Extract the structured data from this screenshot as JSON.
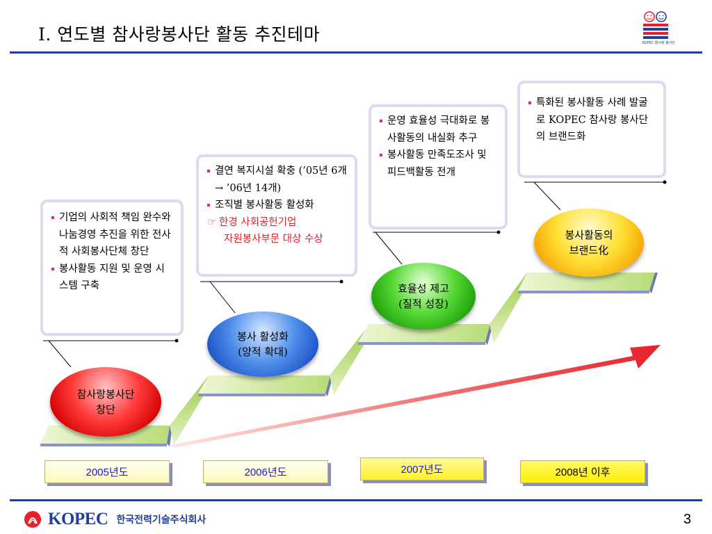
{
  "slide": {
    "title": "Ⅰ. 연도별 참사랑봉사단 활동 추진테마",
    "page_number": "3",
    "logo_tr_text": "KOPEC 참사랑 봉사단"
  },
  "footer": {
    "company_en": "KOPEC",
    "company_kr": "한국전력기술주식회사"
  },
  "stages": [
    {
      "year": "2005년도",
      "ball": [
        "참사랑봉사단",
        "창단"
      ],
      "callout": [
        "기업의 사회적 책임 완수와 나눔경영 추진을 위한 전사적 사회봉사단체 창단",
        "봉사활동 지원 및 운영 시스템 구축"
      ]
    },
    {
      "year": "2006년도",
      "ball": [
        "봉사 활성화",
        "(양적 확대)"
      ],
      "callout": [
        "결연 복지시설 확충 (’05년 6개 → ’06년 14개)",
        "조직별 봉사활동 활성화"
      ],
      "award_line1": "한경 사회공헌기업",
      "award_line2": "자원봉사부문 대상 수상",
      "award_icon": "☞"
    },
    {
      "year": "2007년도",
      "ball": [
        "효율성 제고",
        "(질적 성장)"
      ],
      "callout": [
        "운영 효율성 극대화로 봉사활동의 내실화 추구",
        "봉사활동 만족도조사 및 피드백활동 전개"
      ]
    },
    {
      "year": "2008년 이후",
      "ball": [
        "봉사활동의",
        "브랜드化"
      ],
      "callout": [
        "특화된 봉사활동 사례 발굴로 KOPEC 참사랑 봉사단의 브랜드화"
      ]
    }
  ],
  "colors": {
    "rule": "#1f3f99",
    "bullet": "#e0249a",
    "award": "#e8202a",
    "arrow": "#e8202a",
    "step": "#c6e08a"
  }
}
